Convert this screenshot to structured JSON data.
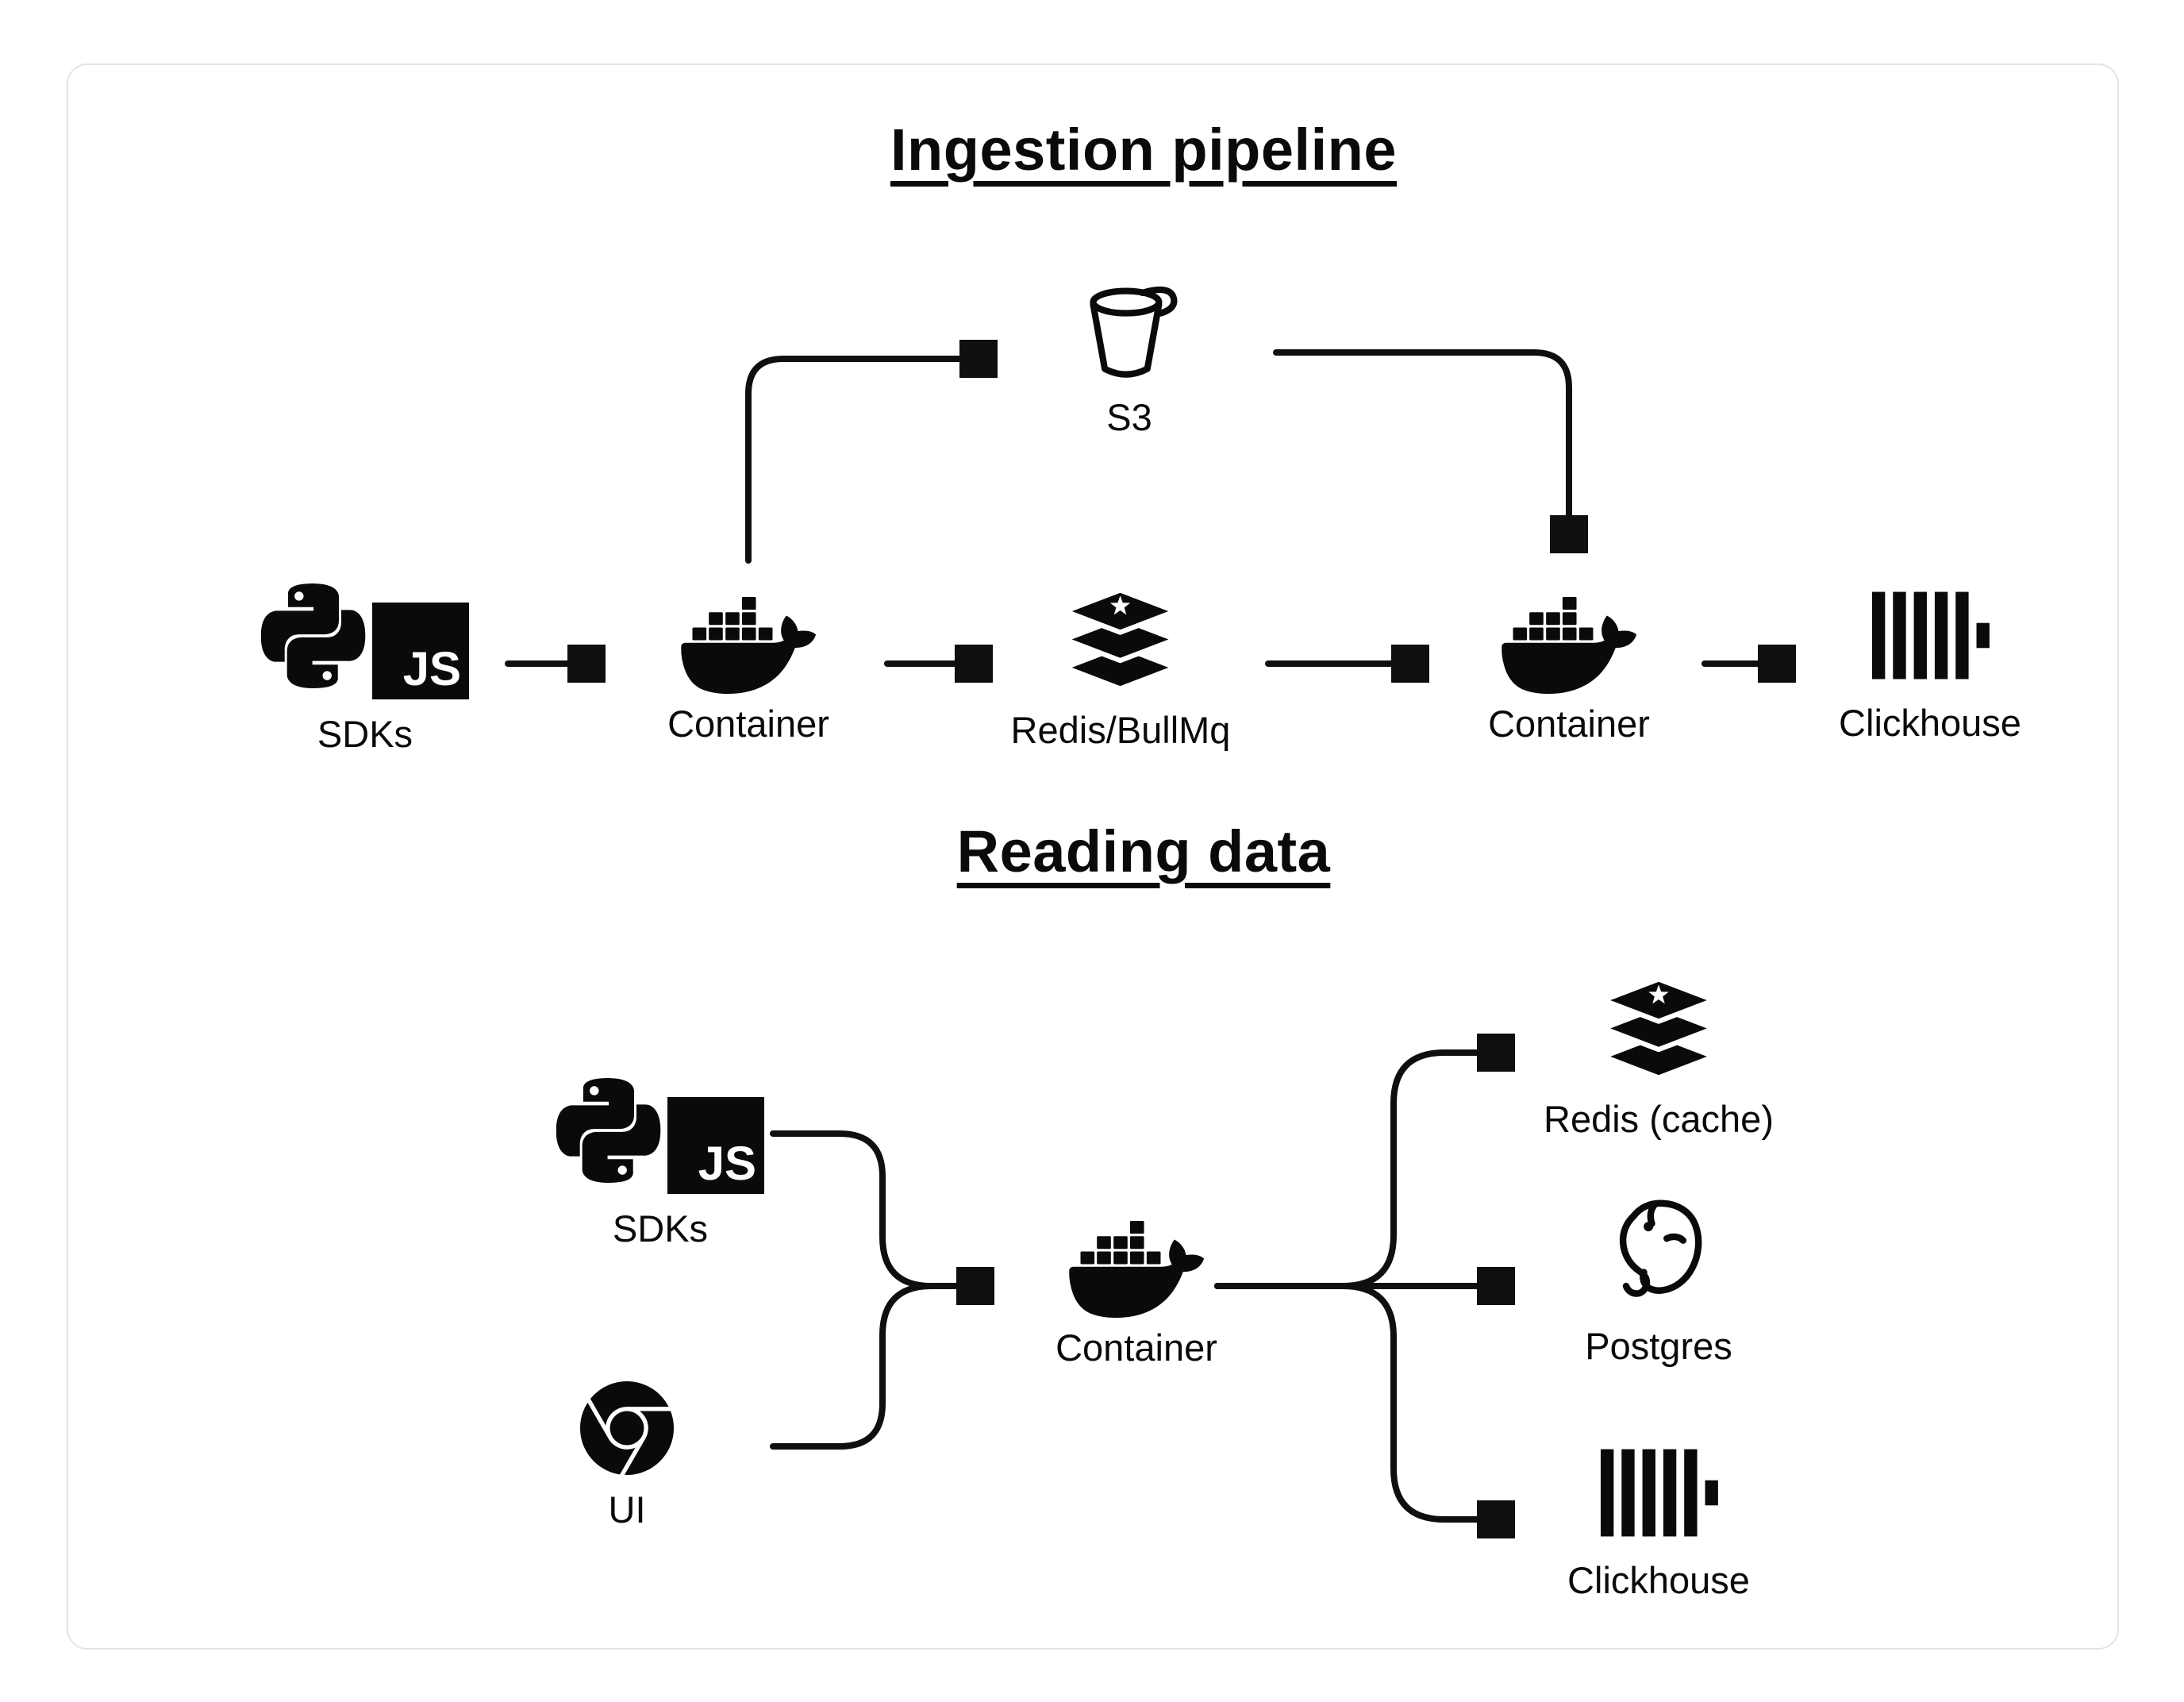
{
  "colors": {
    "ink": "#0a0a0a",
    "card_border": "#e4e4e4",
    "background": "#ffffff"
  },
  "ingestion": {
    "title": "Ingestion pipeline",
    "sdks_label": "SDKs",
    "s3_label": "S3",
    "container_in_label": "Container",
    "queue_label": "Redis/BullMq",
    "container_out_label": "Container",
    "clickhouse_label": "Clickhouse"
  },
  "reading": {
    "title": "Reading data",
    "sdks_label": "SDKs",
    "ui_label": "UI",
    "container_label": "Container",
    "redis_cache_label": "Redis (cache)",
    "postgres_label": "Postgres",
    "clickhouse_label": "Clickhouse"
  },
  "badges": {
    "js": "JS"
  }
}
